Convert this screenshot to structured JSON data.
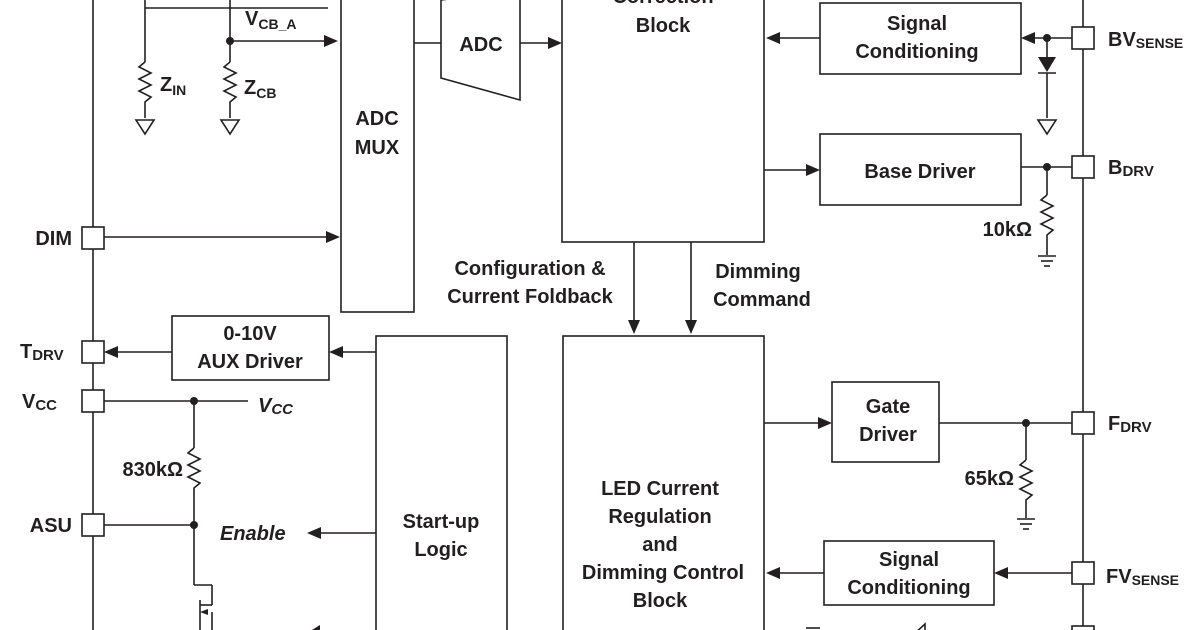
{
  "blocks": {
    "adc_mux": [
      "ADC",
      "MUX"
    ],
    "adc": "ADC",
    "correction": [
      "Correction",
      "Block"
    ],
    "signal_cond_top": [
      "Signal",
      "Conditioning"
    ],
    "base_driver": "Base Driver",
    "aux_driver": [
      "0-10V",
      "AUX Driver"
    ],
    "startup": [
      "Start-up",
      "Logic"
    ],
    "led": [
      "LED Current",
      "Regulation",
      "and",
      "Dimming Control",
      "Block"
    ],
    "gate_driver": [
      "Gate",
      "Driver"
    ],
    "signal_cond_bottom": [
      "Signal",
      "Conditioning"
    ]
  },
  "pins": {
    "dim": "DIM",
    "tdrv": {
      "main": "T",
      "sub": "DRV"
    },
    "vcc": {
      "main": "V",
      "sub": "CC"
    },
    "asu": "ASU",
    "bvsense": {
      "main": "BV",
      "sub": "SENSE"
    },
    "bdrv": {
      "main": "B",
      "sub": "DRV"
    },
    "fdrv": {
      "main": "F",
      "sub": "DRV"
    },
    "fvsense": {
      "main": "FV",
      "sub": "SENSE"
    }
  },
  "signals": {
    "vcb_a": {
      "main": "V",
      "sub": "CB_A"
    },
    "zin": {
      "main": "Z",
      "sub": "IN"
    },
    "zcb": {
      "main": "Z",
      "sub": "CB"
    },
    "config": [
      "Configuration &",
      "Current Foldback"
    ],
    "dimming": [
      "Dimming",
      "Command"
    ],
    "vcc_int": {
      "main": "V",
      "sub": "CC"
    },
    "enable": "Enable"
  },
  "resistors": {
    "r830k": "830kΩ",
    "r10k": "10kΩ",
    "r65k": "65kΩ"
  },
  "colors": {
    "ink": "#231f20",
    "background": "#ffffff"
  }
}
